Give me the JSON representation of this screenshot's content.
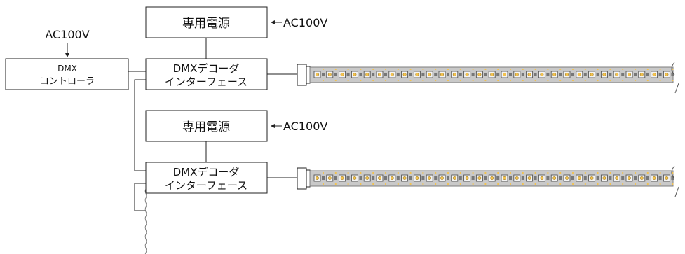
{
  "controller": {
    "input_label": "AC100V",
    "line1": "DMX",
    "line2": "コントローラ"
  },
  "channels": [
    {
      "psu_label": "専用電源",
      "psu_input_label": "AC100V",
      "decoder_line1": "DMXデコーダ",
      "decoder_line2": "インターフェース"
    },
    {
      "psu_label": "専用電源",
      "psu_input_label": "AC100V",
      "decoder_line1": "DMXデコーダ",
      "decoder_line2": "インターフェース"
    }
  ],
  "colors": {
    "line": "#222222",
    "strip_body": "#c9c9c9",
    "strip_edge": "#7d7d7d",
    "led": "#f2c14e",
    "chip": "#f4f4f4"
  }
}
